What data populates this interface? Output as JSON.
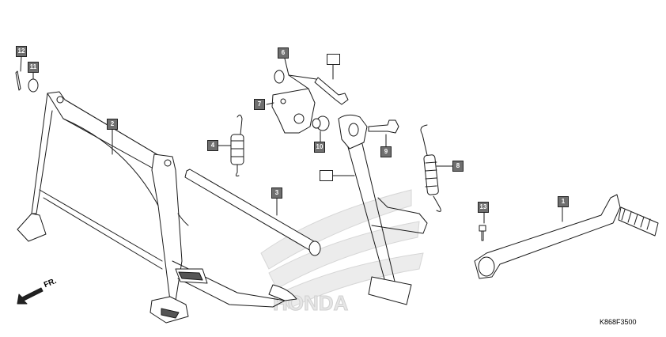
{
  "callouts": {
    "c1": "1",
    "c2": "2",
    "c3": "3",
    "c4": "4",
    "c6": "6",
    "c7": "7",
    "c8": "8",
    "c9": "9",
    "c10": "10",
    "c11": "11",
    "c12": "12",
    "c13": "13"
  },
  "direction_label": "FR.",
  "diagram_code": "K868F3500",
  "colors": {
    "callout_fill": "#6f6f6f",
    "line": "#1a1a1a",
    "watermark": "#d8d8d8"
  },
  "icons": {
    "direction": "arrow-down-left-icon",
    "watermark": "wing-logo-watermark"
  }
}
